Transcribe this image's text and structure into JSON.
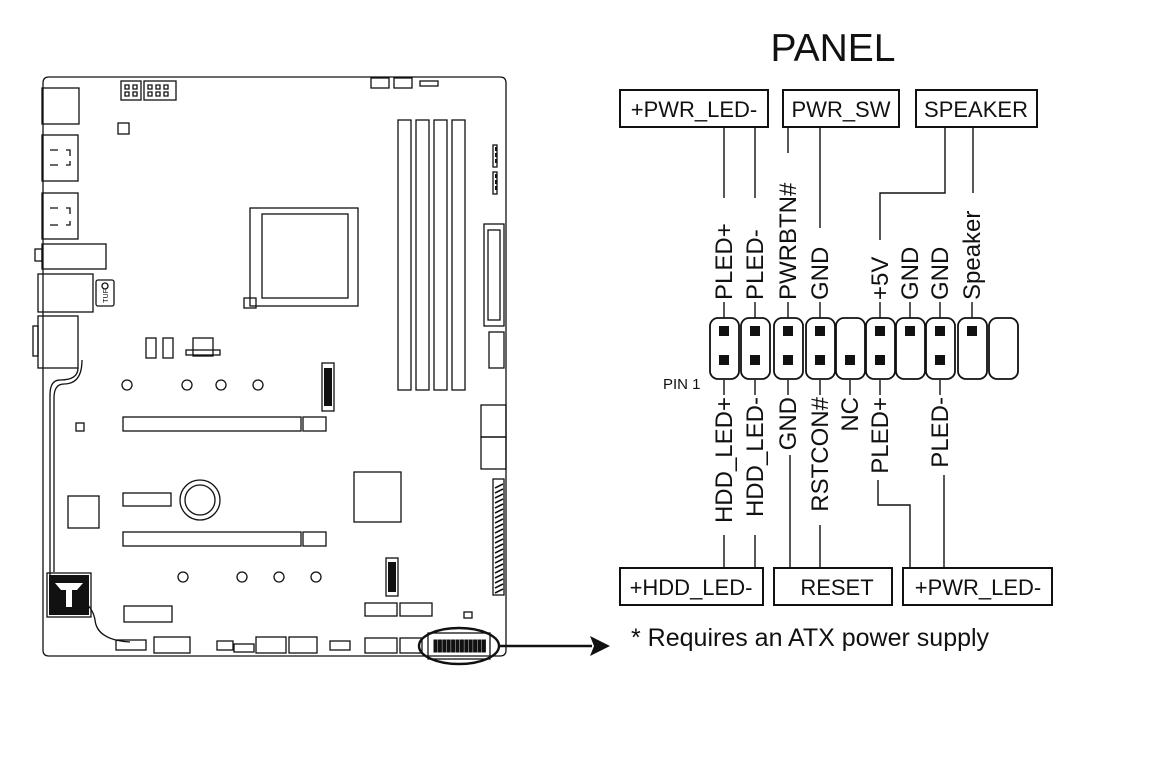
{
  "title": "PANEL",
  "colors": {
    "ink": "#111111",
    "background": "#ffffff"
  },
  "icons": [
    "tuf-logo-icon",
    "arrow-right-icon"
  ],
  "boxes": {
    "top_pwr_led": "+PWR_LED-",
    "pwr_sw": "PWR_SW",
    "speaker": "SPEAKER",
    "bottom_hdd_led": "+HDD_LED-",
    "reset": "RESET",
    "bottom_pwr_led": "+PWR_LED-"
  },
  "top_pins": [
    "PLED+",
    "PLED-",
    "PWRBTN#",
    "GND",
    "+5V",
    "GND",
    "GND",
    "Speaker"
  ],
  "bottom_pins": [
    "HDD_LED+",
    "HDD_LED-",
    "GND",
    "RSTCON#",
    "NC",
    "PLED+",
    "PLED-"
  ],
  "pin1_label": "PIN 1",
  "footnote": "* Requires an ATX power supply",
  "board_logo_text": "TUF"
}
